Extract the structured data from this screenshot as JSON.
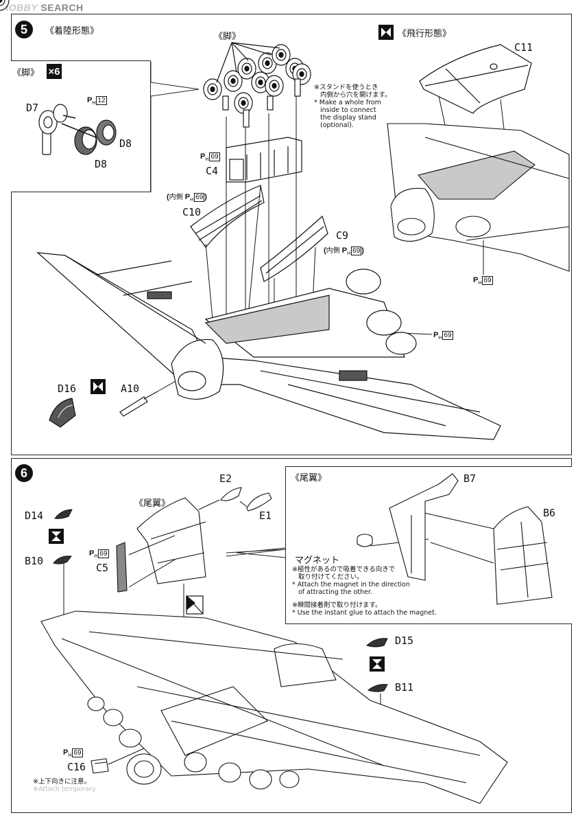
{
  "header": {
    "logo_brand": "HOBBY",
    "logo_word": "SEARCH"
  },
  "step5": {
    "number": "5",
    "title_landing": "《着陸形態》",
    "title_flight": "《飛行形態》",
    "legs_inset_title": "《脚》",
    "legs_multiplier": "×6",
    "legs_callout": "《脚》",
    "parts": {
      "d7": "D7",
      "d8a": "D8",
      "d8b": "D8",
      "c4": "C4",
      "c10": "C10",
      "c9": "C9",
      "c11": "C11",
      "d16": "D16",
      "a10": "A10"
    },
    "ph_prefix": "P",
    "ph_sub": "H",
    "ph_values": {
      "d7": "12",
      "c4": "69",
      "c10": "69",
      "c9": "69",
      "flight": "69",
      "center": "69"
    },
    "inner_label": "内側",
    "stand_note_jp1": "※スタンドを使うとき",
    "stand_note_jp2": "内側から穴を開けます。",
    "stand_note_en1": "* Make a whole from",
    "stand_note_en2": "inside to connect",
    "stand_note_en3": "the display stand",
    "stand_note_en4": "(optional)."
  },
  "step6": {
    "number": "6",
    "tail_title": "《尾翼》",
    "tail_inset_title": "《尾翼》",
    "parts": {
      "e2": "E2",
      "e1": "E1",
      "d14": "D14",
      "b10": "B10",
      "c5": "C5",
      "b7": "B7",
      "b6": "B6",
      "d15": "D15",
      "b11": "B11",
      "c16": "C16"
    },
    "ph_values": {
      "c5": "69",
      "c16": "69"
    },
    "magnet_label": "マグネット",
    "magnet_note_jp1": "※極性があるので吸着できる向きで",
    "magnet_note_jp2": "取り付けてください。",
    "magnet_note_en1": "* Attach the magnet in the direction",
    "magnet_note_en2": "of attracting the other.",
    "glue_note_jp": "※瞬間接着剤で取り付けます。",
    "glue_note_en": "* Use the instant glue to attach the magnet.",
    "bottom_note_jp": "※上下向きに注意。",
    "bottom_note_en": "※Attach temporary"
  },
  "colors": {
    "ink": "#111111",
    "shade": "#c9c9c9",
    "logo_gray": "#888888"
  }
}
